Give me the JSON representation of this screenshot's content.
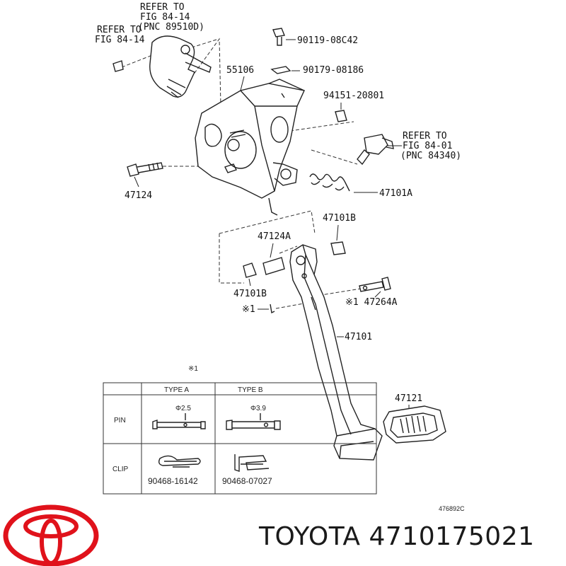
{
  "refs": {
    "ref1_line1": "REFER TO",
    "ref1_line2": "FIG 84-14",
    "ref1_line3": "(PNC 89510D)",
    "ref2_line1": "REFER TO",
    "ref2_line2": "FIG 84-14",
    "ref3_line1": "REFER TO",
    "ref3_line2": "FIG 84-01",
    "ref3_line3": "(PNC 84340)"
  },
  "parts": {
    "p1": "90119-08C42",
    "p2": "55106",
    "p3": "90179-08186",
    "p4": "94151-20801",
    "p5": "47124",
    "p6": "47101A",
    "p7": "47101B",
    "p8": "47124A",
    "p9": "47101B",
    "p10": "※1",
    "p11": "※1 47264A",
    "p12": "47101",
    "p13": "47121"
  },
  "table": {
    "mark": "※1",
    "col_a": "TYPE A",
    "col_b": "TYPE B",
    "row_pin": "PIN",
    "row_clip": "CLIP",
    "pin_a_dim": "Φ2.5",
    "pin_b_dim": "Φ3.9",
    "clip_a_part": "90468-16142",
    "clip_b_part": "90468-07027"
  },
  "illustration_code": "476892C",
  "brand": {
    "text": "TOYOTA 4710175021",
    "logo_color": "#e0121b"
  }
}
